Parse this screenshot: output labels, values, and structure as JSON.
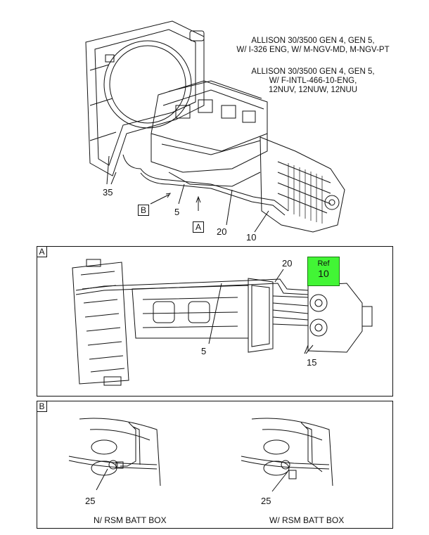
{
  "notes": {
    "line1": "ALLISON 30/3500 GEN 4, GEN 5,",
    "line2": "W/ I-326 ENG, W/ M-NGV-MD, M-NGV-PT",
    "line3": "ALLISON 30/3500 GEN 4, GEN 5,",
    "line4": "W/ F-INTL-466-10-ENG,",
    "line5": "12NUV, 12NUW, 12NUU"
  },
  "main_view": {
    "callouts": {
      "c35": "35",
      "c5": "5",
      "c20": "20",
      "c10": "10"
    },
    "view_markers": {
      "b": "B",
      "a": "A"
    }
  },
  "detail_a": {
    "tag": "A",
    "callouts": {
      "c20": "20",
      "c5": "5",
      "c15": "15"
    },
    "ref_label": "Ref",
    "ref_number": "10",
    "ref_color": "#42f535"
  },
  "detail_b": {
    "tag": "B",
    "left": {
      "callout": "25",
      "caption": "N/ RSM BATT BOX"
    },
    "right": {
      "callout": "25",
      "caption": "W/ RSM BATT BOX"
    }
  }
}
